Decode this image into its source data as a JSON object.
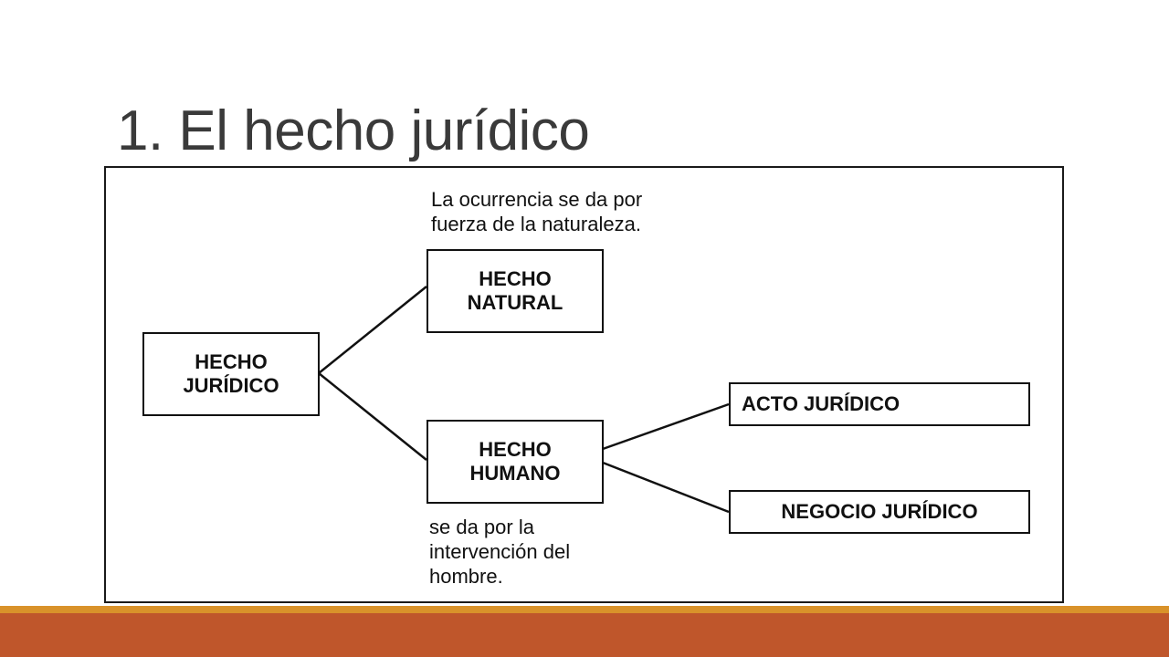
{
  "slide": {
    "title": "1. El hecho jurídico"
  },
  "diagram": {
    "root": {
      "label": "HECHO\nJURÍDICO"
    },
    "natural": {
      "label": "HECHO\nNATURAL"
    },
    "humano": {
      "label": "HECHO\nHUMANO"
    },
    "acto": {
      "label": "ACTO JURÍDICO"
    },
    "negocio": {
      "label": "NEGOCIO JURÍDICO"
    },
    "note_natural": "La ocurrencia se da por\nfuerza de la naturaleza.",
    "note_humano": "se da por la\nintervención del\nhombre."
  },
  "colors": {
    "footer": "#bf562b",
    "footer_accent": "#d9922a",
    "title": "#3a3a3a"
  }
}
